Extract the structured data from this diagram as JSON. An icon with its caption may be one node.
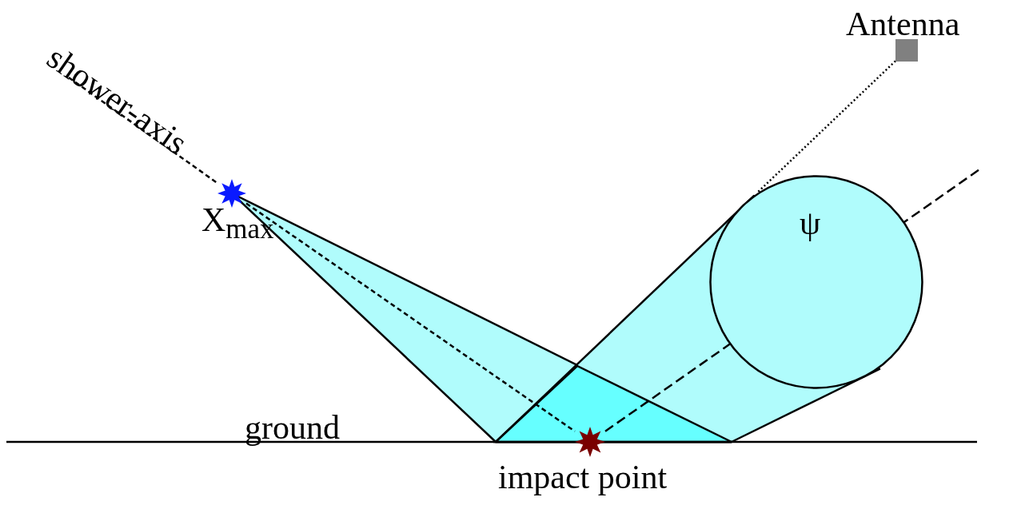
{
  "diagram": {
    "nodes": [
      {
        "text": [
          "shower-axis"
        ]
      },
      {
        "text": [],
        "shape": "star",
        "beside": [
          "X$_{max}$"
        ]
      },
      {
        "text": [],
        "shape": "star",
        "beside": [
          "impact point"
        ]
      },
      {
        "text": [],
        "shape": "box",
        "beside": [
          "Antenna"
        ]
      },
      {
        "text": [],
        "shape": "circle"
      }
    ],
    "edges": [
      {
        "from": 0,
        "to": 1,
        "arrow": "none",
        "style": "dashed"
      },
      {
        "from": 1,
        "to": 2,
        "arrow": "none",
        "style": "dashed"
      },
      {
        "from": 2,
        "to": null,
        "arrow": "none",
        "style": "dashed"
      },
      {
        "from": 3,
        "to": 4,
        "arrow": "none",
        "style": "dashed"
      }
    ],
    "labels": [
      "ψ",
      "ground"
    ]
  }
}
